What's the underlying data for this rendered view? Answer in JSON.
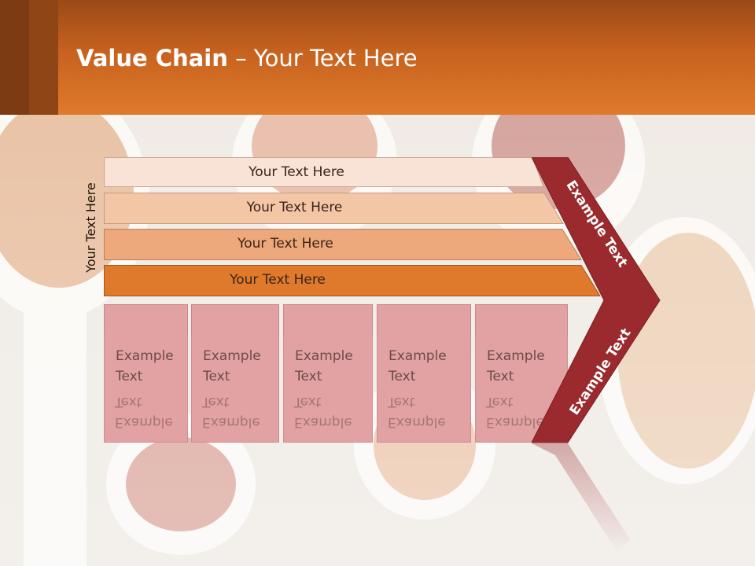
{
  "title": {
    "bold": "Value Chain",
    "rest": " – Your Text Here"
  },
  "side_label": "Your Text Here",
  "bands": [
    {
      "label": "Your Text Here",
      "color": "#f8e3d6"
    },
    {
      "label": "Your Text Here",
      "color": "#f3c6a6"
    },
    {
      "label": "Your Text Here",
      "color": "#eda97c"
    },
    {
      "label": "Your Text Here",
      "color": "#df7a2c"
    }
  ],
  "boxes": [
    {
      "line1": "Example",
      "line2": "Text"
    },
    {
      "line1": "Example",
      "line2": "Text"
    },
    {
      "line1": "Example",
      "line2": "Text"
    },
    {
      "line1": "Example",
      "line2": "Text"
    },
    {
      "line1": "Example",
      "line2": "Text"
    }
  ],
  "chevron": {
    "upper_label": "Example Text",
    "lower_label": "Example Text",
    "color": "#9a2a2e"
  },
  "colors": {
    "header": "#df7a2c",
    "box_fill": "#e2a2a4"
  }
}
